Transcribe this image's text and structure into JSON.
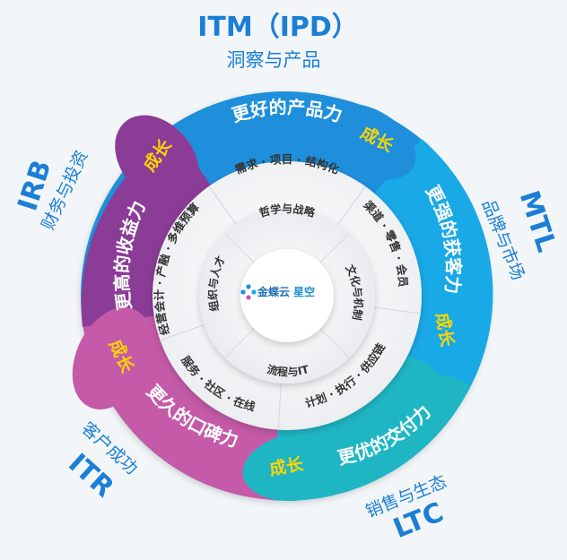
{
  "outer": {
    "top": {
      "title": "ITM（IPD）",
      "subtitle": "洞察与产品"
    },
    "left": {
      "title": "IRB",
      "subtitle": "财务与投资"
    },
    "right": {
      "title": "MTL",
      "subtitle": "品牌与市场"
    },
    "bottom_left": {
      "title": "ITR",
      "subtitle": "客户成功"
    },
    "bottom_right": {
      "title": "LTC",
      "subtitle": "销售与生态"
    }
  },
  "ring": {
    "top": "更好的产品力",
    "right": "更强的获客力",
    "bottom_right": "更优的交付力",
    "bottom_left": "更久的口碑力",
    "left": "更高的收益力",
    "growth_label": "成长"
  },
  "middle": {
    "top": "需求 · 项目 · 结构化",
    "right_upper": "渠道 · 零售 · 会员",
    "right_lower": "计划 · 执行 · 供应链",
    "bottom_left": "服务 · 社区 · 在线",
    "left": "经营会计 · 产融 · 多维预算"
  },
  "inner": {
    "top": "哲学与战略",
    "right": "文化与机制",
    "bottom": "流程与IT",
    "left": "组织与人才"
  },
  "center": {
    "brand_main": "金蝶云",
    "brand_sub": "星空"
  },
  "colors": {
    "product": "#1f8fdc",
    "acquire": "#19a9e6",
    "deliver": "#1fb6c4",
    "reputation": "#c45aa8",
    "revenue": "#8a3c97",
    "accent_text": "#1b7fd6",
    "growth": "#ffd400"
  }
}
